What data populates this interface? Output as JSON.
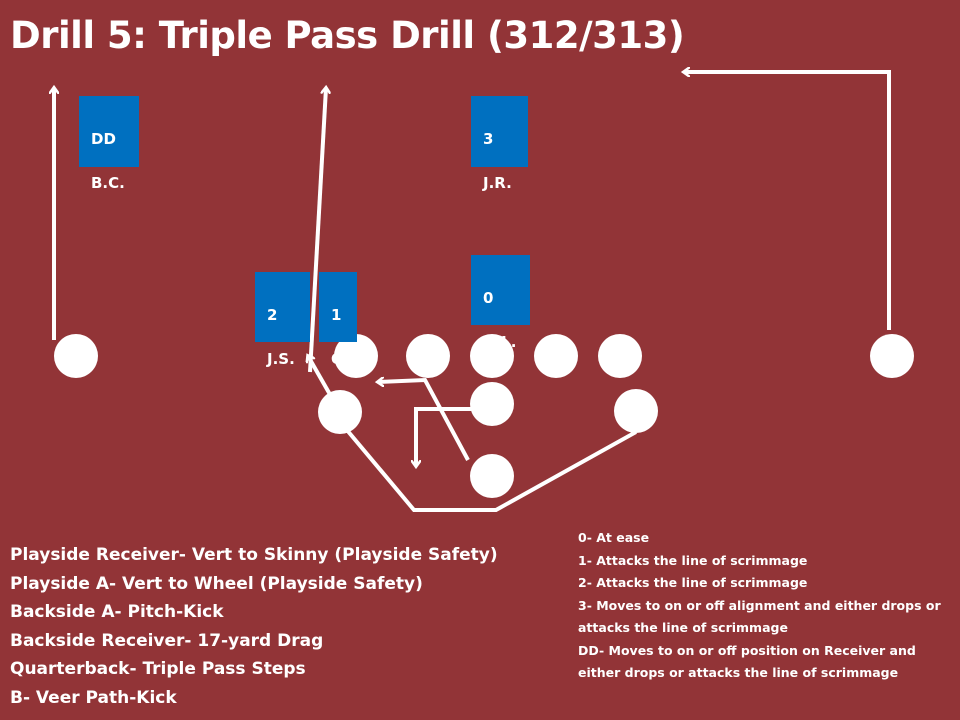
{
  "title": "Drill 5: Triple Pass Drill (312/313)",
  "colors": {
    "background": "#923437",
    "box": "#0070c0",
    "mark": "#ffffff"
  },
  "boxes": [
    {
      "line1": "DD",
      "line2": "B.C."
    },
    {
      "line1": "3",
      "line2": "J.R."
    },
    {
      "line1": "0",
      "line2": "D.L."
    },
    {
      "line1": "2",
      "line2": "J.S."
    },
    {
      "line1": "1",
      "line2": "Q"
    }
  ],
  "assignments": [
    "Playside Receiver- Vert to Skinny (Playside Safety)",
    "Playside A- Vert to Wheel (Playside Safety)",
    "Backside A- Pitch-Kick",
    "Backside Receiver- 17-yard Drag",
    "Quarterback- Triple Pass Steps",
    "B- Veer Path-Kick"
  ],
  "defender_notes": [
    "0- At ease",
    "1- Attacks the line of scrimmage",
    "2- Attacks the line of scrimmage",
    "3- Moves to on or off alignment and either drops or attacks the line of scrimmage",
    "DD- Moves to on or off position on Receiver and either drops or attacks the line of scrimmage"
  ]
}
